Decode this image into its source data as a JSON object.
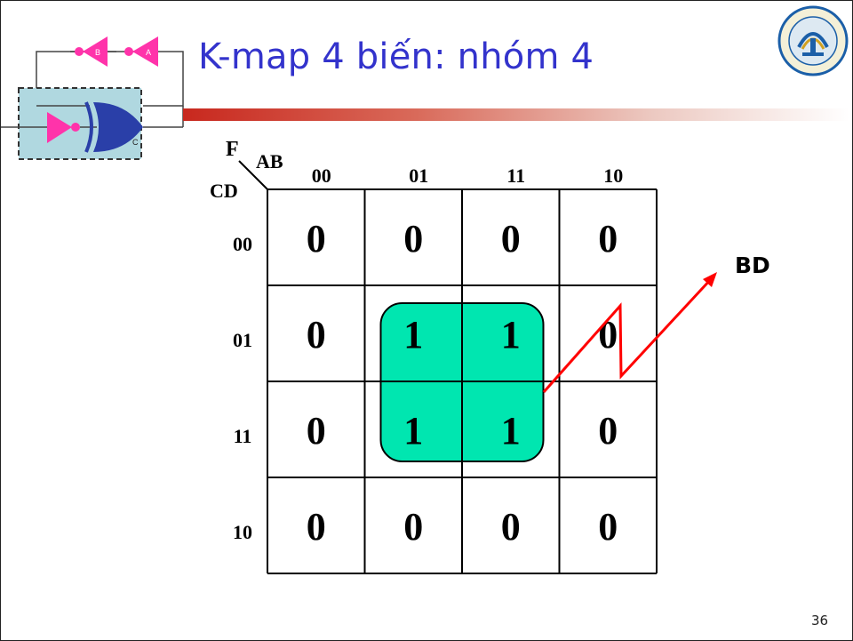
{
  "title": "K-map 4 biến: nhóm 4",
  "page_number": "36",
  "kmap": {
    "output_label": "F",
    "col_var_label": "AB",
    "row_var_label": "CD",
    "col_headers": [
      "00",
      "01",
      "11",
      "10"
    ],
    "row_headers": [
      "00",
      "01",
      "11",
      "10"
    ],
    "cells": [
      [
        "0",
        "0",
        "0",
        "0"
      ],
      [
        "0",
        "1",
        "1",
        "0"
      ],
      [
        "0",
        "1",
        "1",
        "0"
      ],
      [
        "0",
        "0",
        "0",
        "0"
      ]
    ],
    "group": {
      "rows": [
        1,
        2
      ],
      "cols": [
        1,
        2
      ],
      "color": "#00e6b0"
    }
  },
  "annotation": {
    "label": "BD",
    "arrow_color": "#ff0000"
  },
  "gate_diagram": {
    "label_b": "B",
    "label_a": "A",
    "label_c": "C",
    "gate_color": "#ff33aa",
    "or_color": "#2a3fa8",
    "box_fill": "#b0d8e0"
  }
}
